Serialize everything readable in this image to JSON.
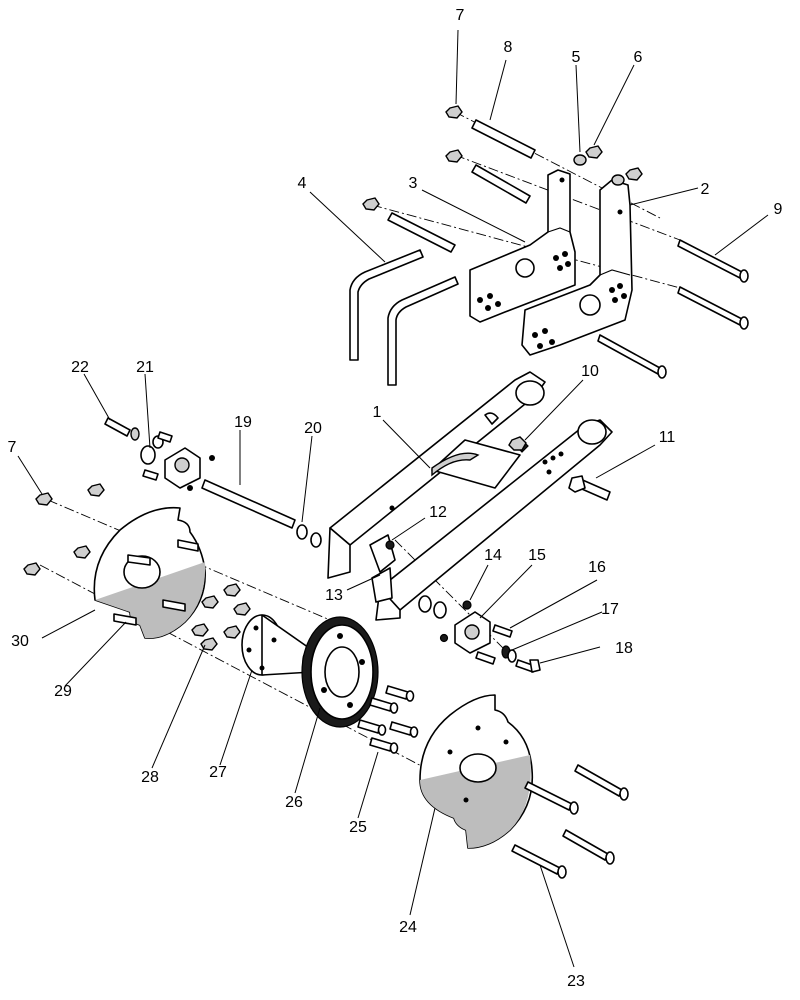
{
  "callouts": [
    {
      "id": "c1",
      "text": "1"
    },
    {
      "id": "c2",
      "text": "2"
    },
    {
      "id": "c3",
      "text": "3"
    },
    {
      "id": "c4",
      "text": "4"
    },
    {
      "id": "c5",
      "text": "5"
    },
    {
      "id": "c6",
      "text": "6"
    },
    {
      "id": "c7a",
      "text": "7"
    },
    {
      "id": "c7b",
      "text": "7"
    },
    {
      "id": "c8",
      "text": "8"
    },
    {
      "id": "c9",
      "text": "9"
    },
    {
      "id": "c10",
      "text": "10"
    },
    {
      "id": "c11",
      "text": "11"
    },
    {
      "id": "c12",
      "text": "12"
    },
    {
      "id": "c13",
      "text": "13"
    },
    {
      "id": "c14",
      "text": "14"
    },
    {
      "id": "c15",
      "text": "15"
    },
    {
      "id": "c16",
      "text": "16"
    },
    {
      "id": "c17",
      "text": "17"
    },
    {
      "id": "c18",
      "text": "18"
    },
    {
      "id": "c19",
      "text": "19"
    },
    {
      "id": "c20",
      "text": "20"
    },
    {
      "id": "c21",
      "text": "21"
    },
    {
      "id": "c22",
      "text": "22"
    },
    {
      "id": "c23",
      "text": "23"
    },
    {
      "id": "c24",
      "text": "24"
    },
    {
      "id": "c25",
      "text": "25"
    },
    {
      "id": "c26",
      "text": "26"
    },
    {
      "id": "c27",
      "text": "27"
    },
    {
      "id": "c28",
      "text": "28"
    },
    {
      "id": "c29",
      "text": "29"
    },
    {
      "id": "c30",
      "text": "30"
    }
  ]
}
